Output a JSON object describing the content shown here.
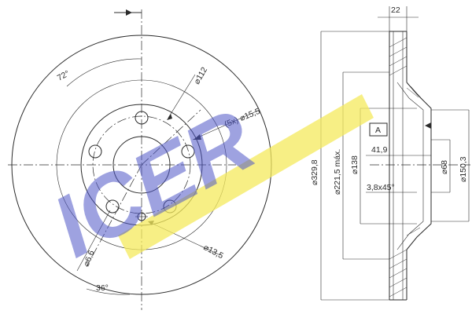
{
  "watermark": {
    "text": "ICER",
    "bar_color": "#f4ea5c",
    "text_color": "#4f57c8"
  },
  "front_view": {
    "angle_top": "72°",
    "angle_bottom": "36°",
    "bolt_circle": "⌀112",
    "bolt_holes": "(5x) ⌀15,5",
    "small_hole": "⌀13,5",
    "pin_hole": "⌀6,6"
  },
  "side_view": {
    "thickness": "22",
    "outer_diameter": "⌀329,8",
    "friction_inner": "⌀221,5 máx.",
    "hub_diameter": "⌀138",
    "offset": "41,9",
    "chamfer": "3,8x45°",
    "center_bore": "⌀68",
    "hat_diameter": "⌀150,3",
    "datum": "A"
  }
}
